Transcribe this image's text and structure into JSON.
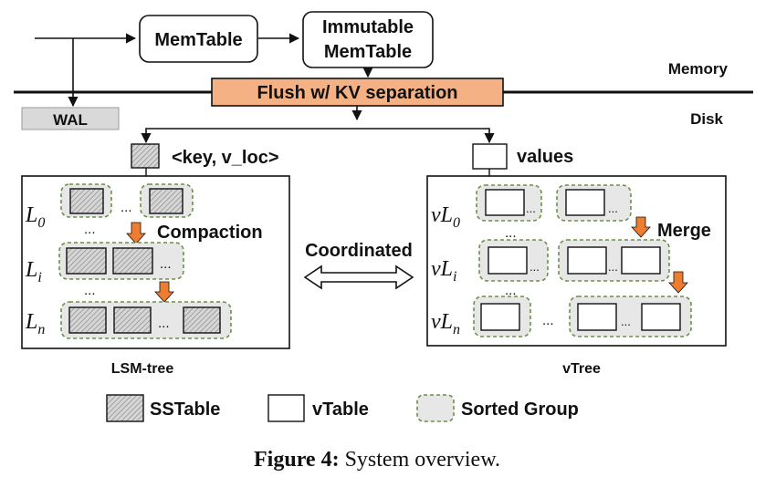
{
  "top": {
    "memtable": "MemTable",
    "immutable_line1": "Immutable",
    "immutable_line2": "MemTable",
    "memory": "Memory",
    "disk": "Disk",
    "flush": "Flush w/ KV separation",
    "wal": "WAL"
  },
  "keys_label": "<key, v_loc>",
  "values_label": "values",
  "lsm": {
    "l0": "L",
    "l0_sub": "0",
    "li": "L",
    "li_sub": "i",
    "ln": "L",
    "ln_sub": "n",
    "compaction": "Compaction",
    "caption": "LSM-tree"
  },
  "vtree": {
    "l0": "vL",
    "l0_sub": "0",
    "li": "vL",
    "li_sub": "i",
    "ln": "vL",
    "ln_sub": "n",
    "merge": "Merge",
    "caption": "vTree"
  },
  "center_label": "Coordinated",
  "ellipsis": "...",
  "legend": {
    "sstable": "SSTable",
    "vtable": "vTable",
    "sorted_group": "Sorted Group"
  },
  "figure": {
    "label": "Figure 4:",
    "title": " System overview."
  },
  "colors": {
    "flush_fill": "#F4B183",
    "wal_fill": "#D9D9D9",
    "group_border": "#6E8F48",
    "group_fill": "#E7E7E7",
    "compaction_arrow": "#ED7D31"
  }
}
